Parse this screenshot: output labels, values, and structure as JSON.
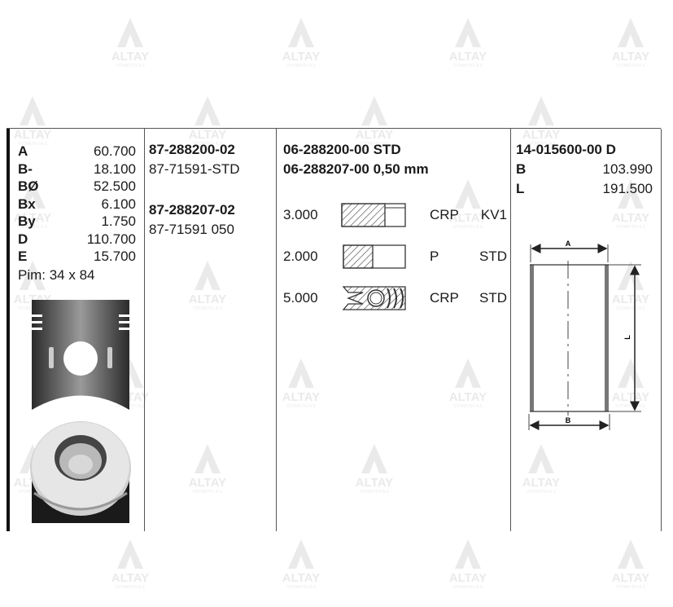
{
  "watermark": {
    "brand": "ALTAY",
    "sub": "OTOMOTIV A.S"
  },
  "piston": {
    "specs": [
      {
        "key": "A",
        "value": "60.700"
      },
      {
        "key": "B-",
        "value": "18.100"
      },
      {
        "key": "BØ",
        "value": "52.500"
      },
      {
        "key": "Bx",
        "value": "6.100"
      },
      {
        "key": "By",
        "value": "1.750"
      },
      {
        "key": "D",
        "value": "110.700"
      },
      {
        "key": "E",
        "value": "15.700"
      }
    ],
    "pin": "Pim: 34 x 84"
  },
  "piston_codes": [
    {
      "code": "87-288200-02",
      "ref": "87-71591-STD"
    },
    {
      "code": "87-288207-02",
      "ref": "87-71591 050"
    }
  ],
  "rings": {
    "set_std": "06-288200-00 STD",
    "set_050": "06-288207-00 0,50 mm",
    "items": [
      {
        "width": "3.000",
        "type": "CRP",
        "spec": "KV1"
      },
      {
        "width": "2.000",
        "type": "P",
        "spec": "STD"
      },
      {
        "width": "5.000",
        "type": "CRP",
        "spec": "STD"
      }
    ]
  },
  "liner": {
    "code": "14-015600-00 D",
    "specs": [
      {
        "key": "B",
        "value": "103.990"
      },
      {
        "key": "L",
        "value": "191.500"
      }
    ],
    "diagram_labels": {
      "a": "A",
      "b": "B",
      "l": "L"
    }
  },
  "colors": {
    "border": "#555555",
    "text": "#1a1a1a",
    "watermark": "#d9d9d9"
  }
}
